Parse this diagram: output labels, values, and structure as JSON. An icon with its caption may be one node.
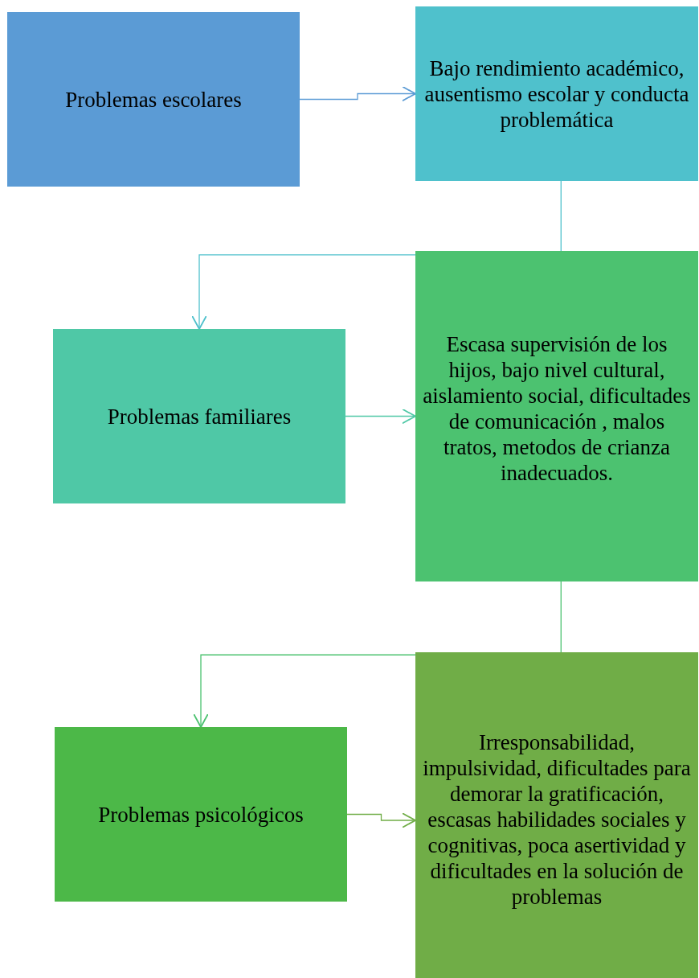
{
  "diagram": {
    "nodes": [
      {
        "text": [
          "Problemas escolares"
        ]
      },
      {
        "text": [
          "Bajo rendimiento académico, ausentismo escolar y conducta problemática"
        ]
      },
      {
        "text": [
          "Problemas familiares"
        ]
      },
      {
        "text": [
          "Escasa supervisión de los hijos, bajo nivel cultural, aislamiento social, dificultades de comunicación , malos tratos, metodos de crianza inadecuados."
        ]
      },
      {
        "text": [
          "Problemas psicológicos"
        ]
      },
      {
        "text": [
          "Irresponsabilidad, impulsividad, dificultades para demorar la gratificación, escasas habilidades sociales y cognitivas, poca asertividad y dificultades en la solución de problemas"
        ]
      }
    ],
    "edges": [
      {
        "from": 0,
        "to": 1,
        "arrow": "to",
        "color": "#5b9bd5"
      },
      {
        "from": 1,
        "to": 3,
        "arrow": "none",
        "color": "#4fc1cc"
      },
      {
        "from": 3,
        "to": 2,
        "arrow": "to",
        "color": "#4fc1cc"
      },
      {
        "from": 2,
        "to": 3,
        "arrow": "to",
        "color": "#4fc8a6"
      },
      {
        "from": 3,
        "to": 5,
        "arrow": "none",
        "color": "#4cc270"
      },
      {
        "from": 5,
        "to": 4,
        "arrow": "to",
        "color": "#4cc270"
      },
      {
        "from": 4,
        "to": 5,
        "arrow": "to",
        "color": "#70ad47"
      }
    ]
  }
}
